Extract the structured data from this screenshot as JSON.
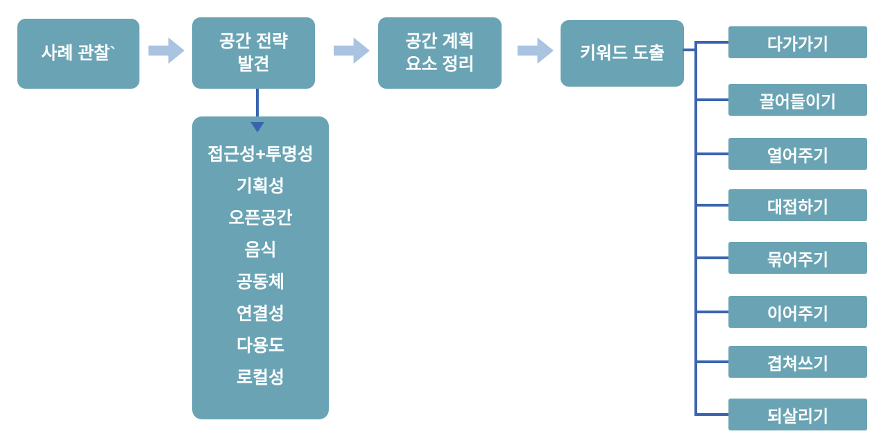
{
  "colors": {
    "box_fill": "#6AA4B4",
    "arrow_fill": "#A9C3E0",
    "connector": "#3A64AE",
    "box_text": "#FFFFFF",
    "background": "#FFFFFF"
  },
  "flow": {
    "steps": [
      {
        "label": "사례 관찰`"
      },
      {
        "label": "공간 전략\n발견"
      },
      {
        "label": "공간 계획\n요소 정리"
      },
      {
        "label": "키워드 도출"
      }
    ]
  },
  "strategy": {
    "items": [
      "접근성+투명성",
      "기획성",
      "오픈공간",
      "음식",
      "공동체",
      "연결성",
      "다용도",
      "로컬성"
    ]
  },
  "keywords": {
    "items": [
      "다가가기",
      "끌어들이기",
      "열어주기",
      "대접하기",
      "묶어주기",
      "이어주기",
      "겹쳐쓰기",
      "되살리기"
    ]
  }
}
